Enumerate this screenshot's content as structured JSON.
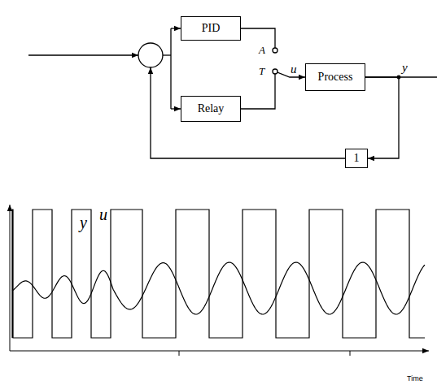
{
  "diagram": {
    "nodes": [
      {
        "text": [
          "PID"
        ]
      },
      {
        "text": [
          "Relay"
        ]
      },
      {
        "text": [
          "Process"
        ]
      },
      {
        "text": [
          "1"
        ]
      }
    ],
    "edges": [
      {
        "from": 1,
        "to": 2,
        "arrow": "to",
        "label": "u"
      },
      {
        "from": 2,
        "to": 3,
        "arrow": "to"
      }
    ],
    "labels": [
      "A",
      "T",
      "y",
      "y",
      "u",
      "Time"
    ]
  }
}
